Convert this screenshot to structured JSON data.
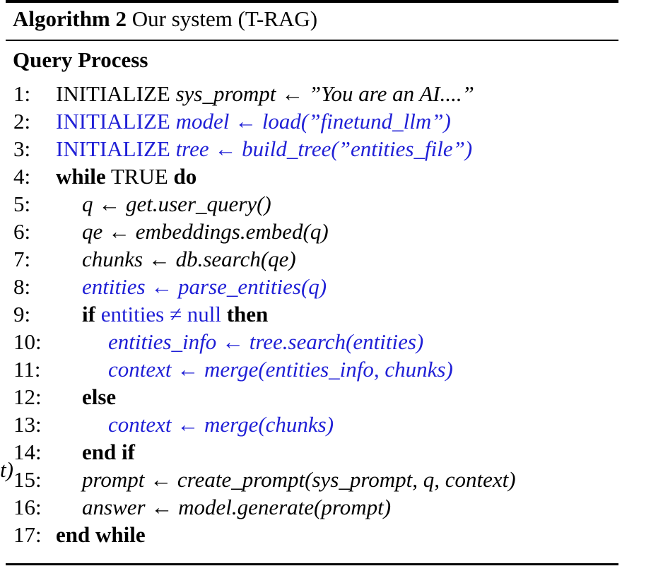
{
  "caption": {
    "label": "Algorithm 2",
    "title": "Our system (T-RAG)"
  },
  "section_title": "Query Process",
  "stray_glyph": "t)",
  "colors": {
    "highlight": "#1f1fd6",
    "text": "#000000"
  },
  "lines": [
    {
      "num": "1:",
      "parts": [
        "INITIALIZE",
        "sys_prompt ← ”You are an AI....”"
      ]
    },
    {
      "num": "2:",
      "parts": [
        "INITIALIZE",
        "model ← load(”finetund_llm”)"
      ]
    },
    {
      "num": "3:",
      "parts": [
        "INITIALIZE",
        "tree ← build_tree(”entities_file”)"
      ]
    },
    {
      "num": "4:",
      "parts": [
        "while",
        "TRUE",
        "do"
      ]
    },
    {
      "num": "5:",
      "parts": [
        "q ← get.user_query()"
      ]
    },
    {
      "num": "6:",
      "parts": [
        "qe ← embeddings.embed(q)"
      ]
    },
    {
      "num": "7:",
      "parts": [
        "chunks ← db.search(qe)"
      ]
    },
    {
      "num": "8:",
      "parts": [
        "entities ← parse_entities(q)"
      ]
    },
    {
      "num": "9:",
      "parts": [
        "if",
        "entities ≠ null",
        "then"
      ]
    },
    {
      "num": "10:",
      "parts": [
        "entities_info ← tree.search(entities)"
      ]
    },
    {
      "num": "11:",
      "parts": [
        "context ← merge(entities_info, chunks)"
      ]
    },
    {
      "num": "12:",
      "parts": [
        "else"
      ]
    },
    {
      "num": "13:",
      "parts": [
        "context ← merge(chunks)"
      ]
    },
    {
      "num": "14:",
      "parts": [
        "end if"
      ]
    },
    {
      "num": "15:",
      "parts": [
        "prompt ← create_prompt(sys_prompt, q, context)"
      ]
    },
    {
      "num": "16:",
      "parts": [
        "answer ← model.generate(prompt)"
      ]
    },
    {
      "num": "17:",
      "parts": [
        "end while"
      ]
    }
  ]
}
